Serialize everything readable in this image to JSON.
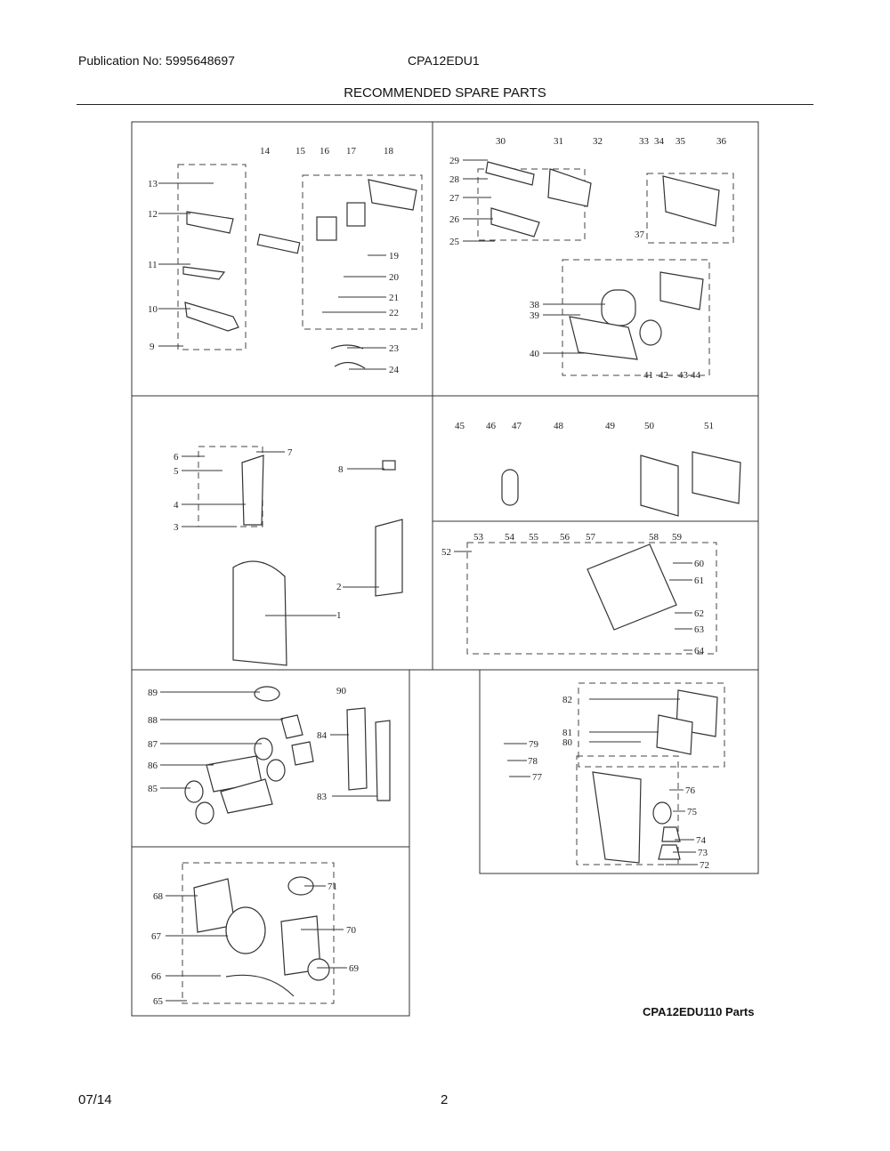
{
  "header": {
    "publication": "Publication No: 5995648697",
    "model": "CPA12EDU1",
    "title": "RECOMMENDED SPARE PARTS"
  },
  "diagram": {
    "caption": "CPA12EDU110 Parts",
    "labels": [
      "1",
      "2",
      "3",
      "4",
      "5",
      "6",
      "7",
      "8",
      "9",
      "10",
      "11",
      "12",
      "13",
      "14",
      "15",
      "16",
      "17",
      "18",
      "19",
      "20",
      "21",
      "22",
      "23",
      "24",
      "25",
      "26",
      "27",
      "28",
      "29",
      "30",
      "31",
      "32",
      "33",
      "34",
      "35",
      "36",
      "37",
      "38",
      "39",
      "40",
      "41",
      "42",
      "43",
      "44",
      "45",
      "46",
      "47",
      "48",
      "49",
      "50",
      "51",
      "52",
      "53",
      "54",
      "55",
      "56",
      "57",
      "58",
      "59",
      "60",
      "61",
      "62",
      "63",
      "64",
      "65",
      "66",
      "67",
      "68",
      "69",
      "70",
      "71",
      "72",
      "73",
      "74",
      "75",
      "76",
      "77",
      "78",
      "79",
      "80",
      "81",
      "82",
      "83",
      "84",
      "85",
      "86",
      "87",
      "88",
      "89",
      "90"
    ]
  },
  "footer": {
    "date": "07/14",
    "page": "2"
  }
}
